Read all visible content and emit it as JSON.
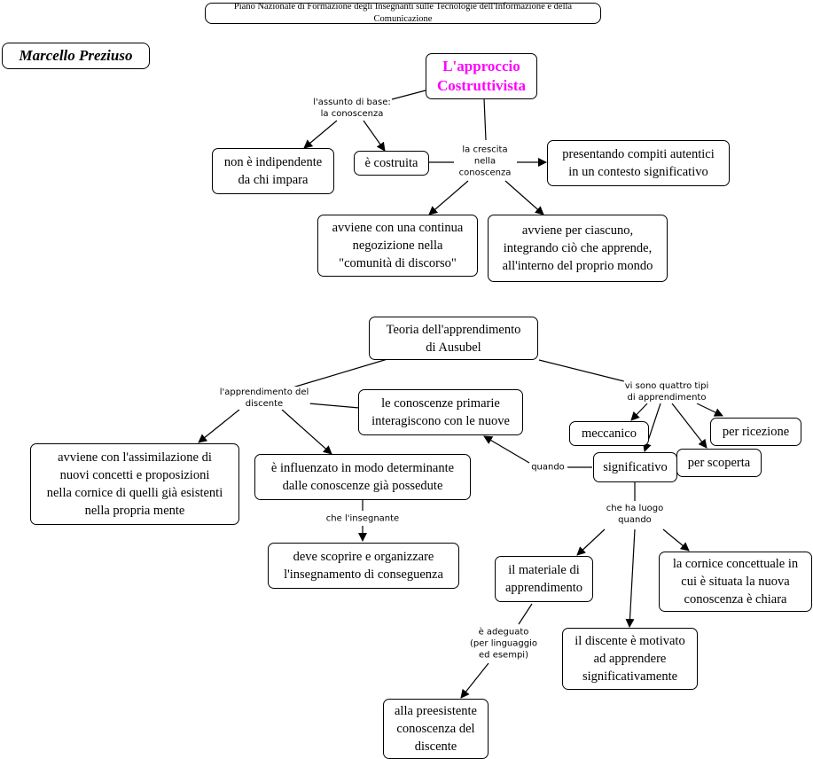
{
  "header": {
    "title": "Piano Nazionale di Formazione degli Insegnanti sulle Tecnologie dell'Informazione e della Comunicazione",
    "author": "Marcello Preziuso"
  },
  "colors": {
    "main_concept": "#ff00ff",
    "lines": "#000000"
  },
  "map1": {
    "root": "L'approccio\nCostruttivista",
    "label_assunto": "l'assunto di base:\nla conoscenza",
    "node_indipendente": "non è indipendente\nda chi impara",
    "node_costruita": "è costruita",
    "label_crescita": "la crescita\nnella\nconoscenza",
    "node_compiti": "presentando compiti autentici\nin un contesto significativo",
    "node_negoziazione": "avviene con una continua\nnegozizione nella\n\"comunità di discorso\"",
    "node_ciascuno": "avviene per ciascuno,\nintegrando ciò che apprende,\nall'interno del proprio mondo"
  },
  "map2": {
    "root": "Teoria dell'apprendimento\ndi Ausubel",
    "label_apprendimento": "l'apprendimento del\ndiscente",
    "node_primarie": "le conoscenze primarie\ninteragiscono con le nuove",
    "node_assimilazione": "avviene con l'assimilazione di\nnuovi concetti e proposizioni\nnella cornice di quelli già esistenti\nnella propria mente",
    "node_influenzato": "è influenzato in modo determinante\ndalle conoscenze già possedute",
    "label_insegnante": "che l'insegnante",
    "node_scoprire": "deve scoprire e organizzare\nl'insegnamento di conseguenza",
    "label_quattro": "vi sono quattro tipi\ndi apprendimento",
    "node_meccanico": "meccanico",
    "node_ricezione": "per ricezione",
    "node_significativo": "significativo",
    "node_scoperta": "per scoperta",
    "label_quando": "quando",
    "label_luogo": "che ha luogo\nquando",
    "node_materiale": "il materiale di\napprendimento",
    "node_cornice": "la cornice concettuale in\ncui è situata la nuova\nconoscenza è chiara",
    "node_motivato": "il discente è motivato\nad apprendere\nsignificativamente",
    "label_adeguato": "è adeguato\n(per linguaggio\ned esempi)",
    "node_preesistente": "alla preesistente\nconoscenza del\ndiscente"
  }
}
